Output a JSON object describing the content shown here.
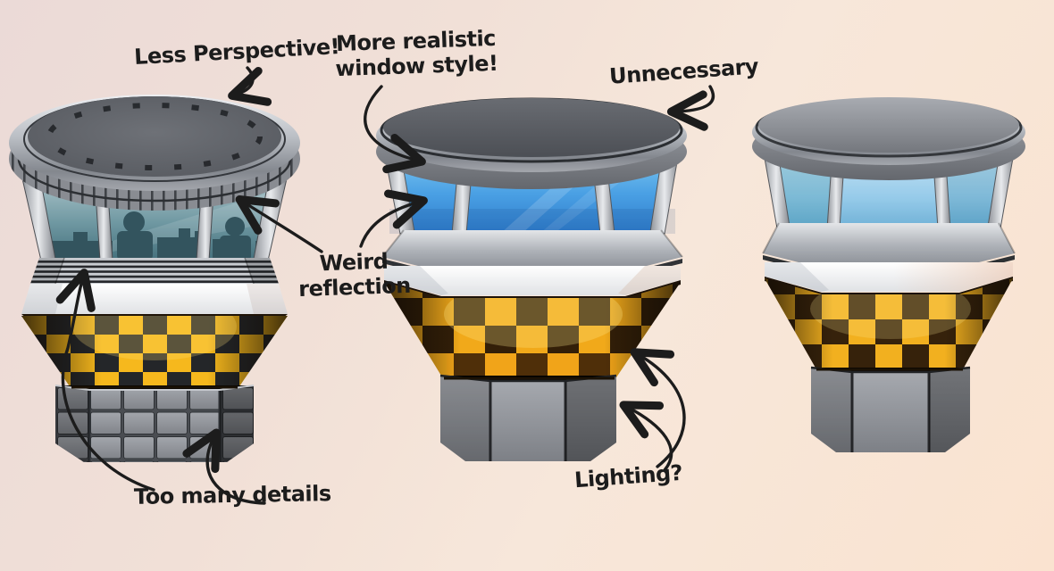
{
  "annotations": {
    "less_perspective": {
      "text": "Less Perspective!"
    },
    "more_realistic": {
      "text": "More realistic\nwindow style!"
    },
    "unnecessary": {
      "text": "Unnecessary"
    },
    "weird_reflection": {
      "text": "Weird\nreflection"
    },
    "too_many_details": {
      "text": "Too many details"
    },
    "lighting": {
      "text": "Lighting?"
    }
  },
  "colors": {
    "bg_top_left": "#EBDAD7",
    "bg_center": "#F7E7DA",
    "bg_bottom_right": "#FAE3D0",
    "ink": "#1C1C1C",
    "checker_yellow_1": "#F6B81D",
    "checker_dark_1": "#242629",
    "checker_yellow_2": "#F1A91A",
    "checker_dark_2": "#331F08",
    "checker_yellow_3": "#F2B01F",
    "checker_dark_3": "#36220B",
    "glass_teal_top": "#ACC4C9",
    "glass_teal_bottom": "#44707C",
    "glass_blue_top": "#7EC8F0",
    "glass_blue_bottom": "#2E7CCB",
    "glass_light_top": "#BFE0F2",
    "glass_light_bottom": "#5FA8D2",
    "metal_silver": "#B9BDC3",
    "metal_dark": "#55585D",
    "white_band": "#FFFFFF",
    "base_gray": "#8F9298"
  }
}
